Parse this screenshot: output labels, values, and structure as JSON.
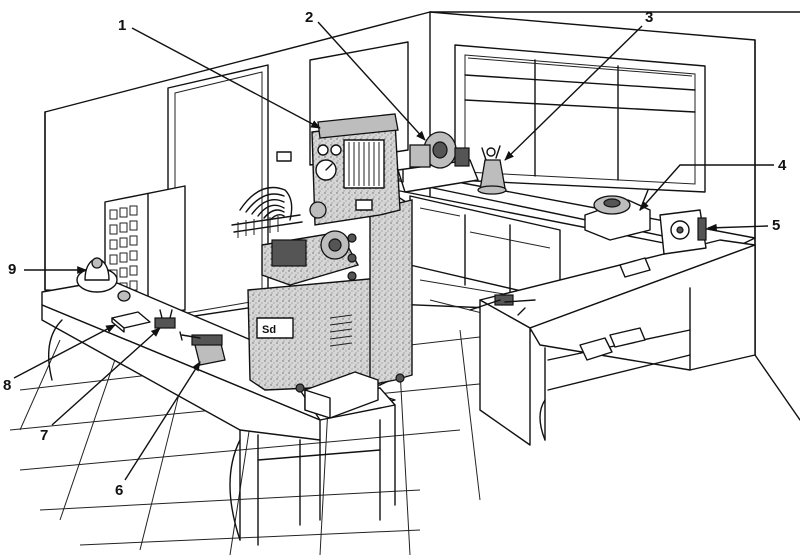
{
  "callouts": [
    {
      "id": "1",
      "label": "1"
    },
    {
      "id": "2",
      "label": "2"
    },
    {
      "id": "3",
      "label": "3"
    },
    {
      "id": "4",
      "label": "4"
    },
    {
      "id": "5",
      "label": "5"
    },
    {
      "id": "6",
      "label": "6"
    },
    {
      "id": "7",
      "label": "7"
    },
    {
      "id": "8",
      "label": "8"
    },
    {
      "id": "9",
      "label": "9"
    }
  ],
  "machine_plate": "Sd"
}
